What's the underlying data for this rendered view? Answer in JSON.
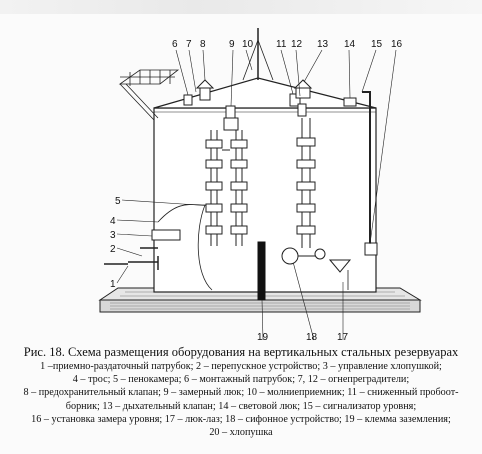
{
  "figure": {
    "callouts": [
      "6",
      "7",
      "8",
      "9",
      "10",
      "11",
      "12",
      "13",
      "14",
      "15",
      "16",
      "5",
      "4",
      "3",
      "2",
      "1",
      "19",
      "18",
      "17"
    ]
  },
  "caption": {
    "title": "Рис. 18. Схема размещения оборудования на вертикальных стальных резервуарах",
    "legend_lines": [
      "1 –приемно-раздаточный патрубок; 2 – перепускное устройство; 3 – управление хлопушкой;",
      "4 – трос; 5 – пенокамера; 6 – монтажный патрубок; 7, 12 – огнепреградители;",
      "8 – предохранительный клапан; 9 – замерный люк; 10 – молниеприемник; 11 – сниженный пробоот-",
      "борник; 13 – дыхательный клапан; 14 – световой люк; 15 – сигнализатор уровня;",
      "16 – установка замера уровня; 17 – люк-лаз; 18 – сифонное устройство; 19 – клемма заземления;",
      "20 – хлопушка"
    ]
  }
}
